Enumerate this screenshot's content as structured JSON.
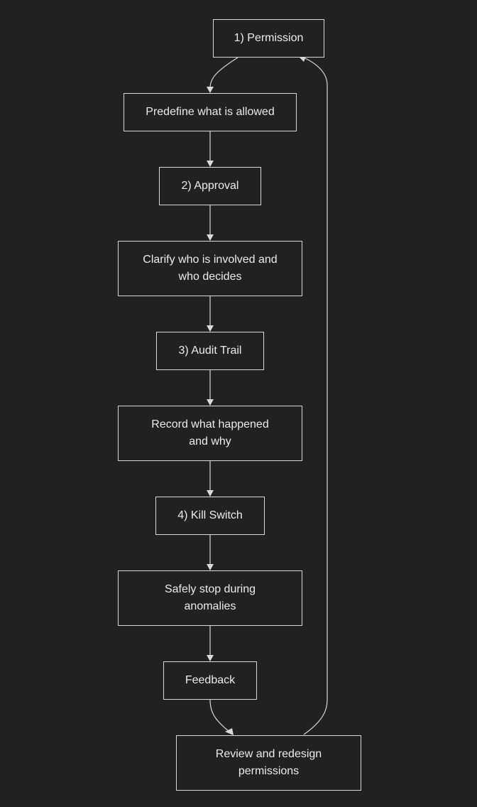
{
  "colors": {
    "background": "#212121",
    "node_border": "#d9d9d9",
    "text": "#ececec",
    "edge": "#d9d9d9"
  },
  "nodes": {
    "permission": "1) Permission",
    "predefine": "Predefine what is allowed",
    "approval": "2) Approval",
    "clarify": "Clarify who is involved and\nwho decides",
    "audit_trail": "3) Audit Trail",
    "record": "Record what happened\nand why",
    "kill_switch": "4) Kill Switch",
    "safely_stop": "Safely stop during\nanomalies",
    "feedback": "Feedback",
    "review": "Review and redesign\npermissions"
  },
  "edges": [
    [
      "permission",
      "predefine"
    ],
    [
      "predefine",
      "approval"
    ],
    [
      "approval",
      "clarify"
    ],
    [
      "clarify",
      "audit_trail"
    ],
    [
      "audit_trail",
      "record"
    ],
    [
      "record",
      "kill_switch"
    ],
    [
      "kill_switch",
      "safely_stop"
    ],
    [
      "safely_stop",
      "feedback"
    ],
    [
      "feedback",
      "review"
    ],
    [
      "review",
      "permission"
    ]
  ]
}
